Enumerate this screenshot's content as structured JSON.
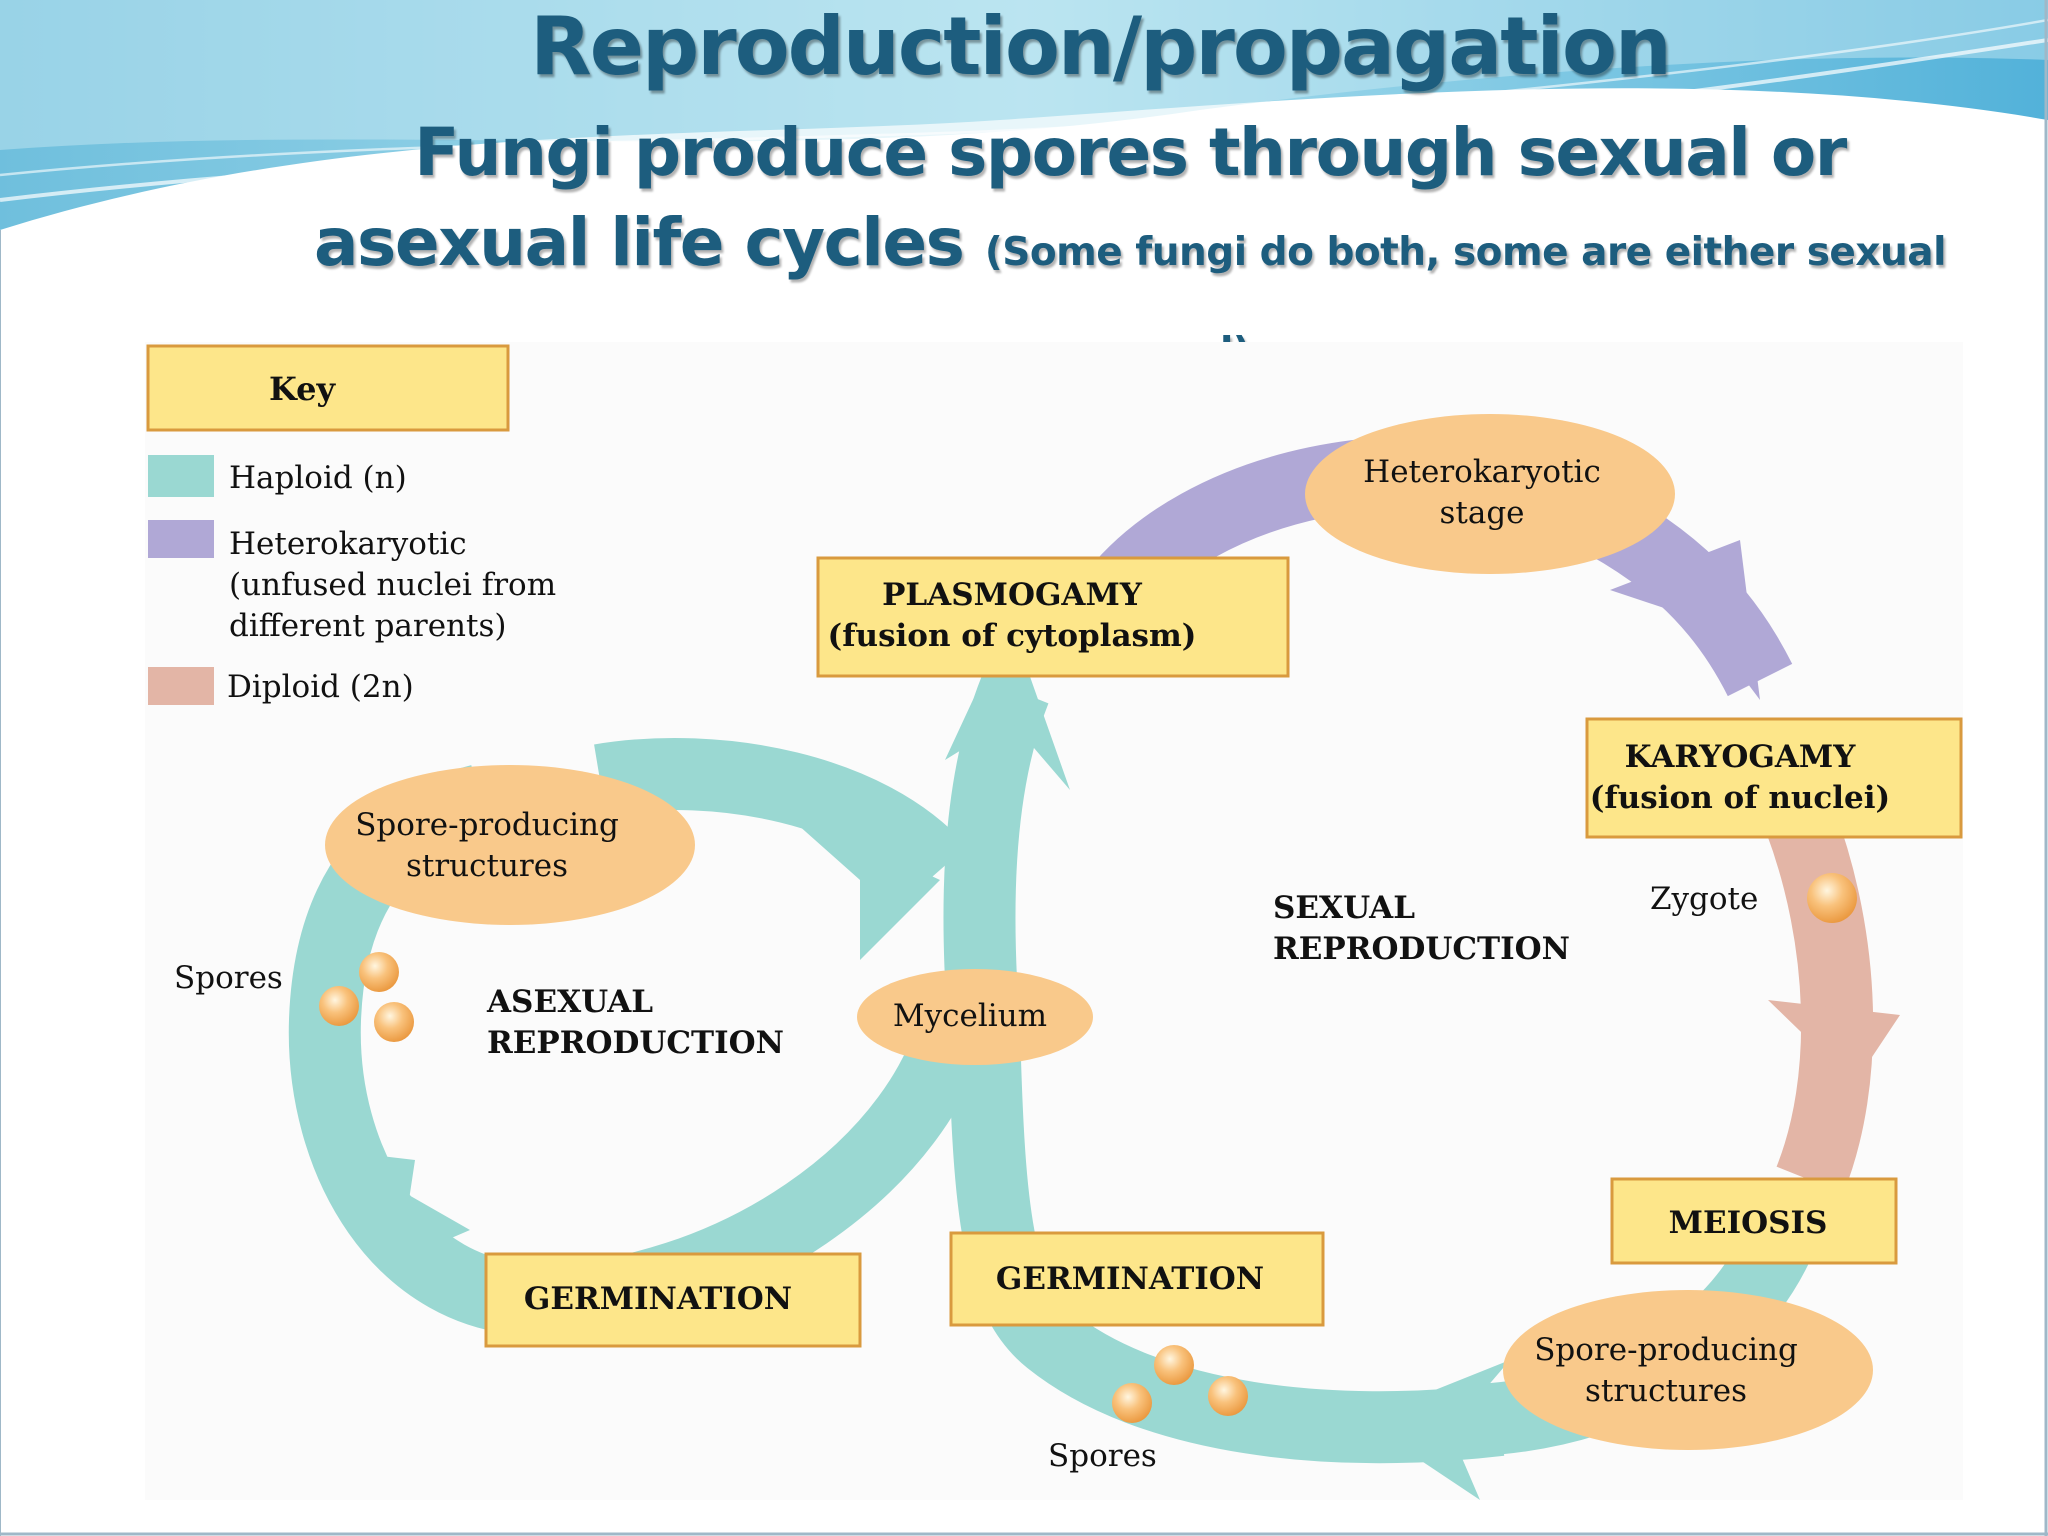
{
  "title": "Reproduction/propagation",
  "subtitle_main": "Fungi produce spores through sexual or asexual life cycles",
  "subtitle_note": "(Some fungi do both, some are either sexual or asexual)",
  "key": {
    "title": "Key",
    "items": [
      {
        "label": "Haploid (n)",
        "color": "#9ad8d2"
      },
      {
        "label": "Heterokaryotic (unfused nuclei from different parents)",
        "color": "#b0a8d6"
      },
      {
        "label": "Diploid (2n)",
        "color": "#e3b5a6"
      }
    ]
  },
  "diagram": {
    "heterokaryotic_stage": "Heterokaryotic stage",
    "plasmogamy": "PLASMOGAMY",
    "plasmogamy_note": "(fusion of cytoplasm)",
    "karyogamy": "KARYOGAMY",
    "karyogamy_note": "(fusion of nuclei)",
    "zygote": "Zygote",
    "sexual_reproduction": "SEXUAL REPRODUCTION",
    "asexual_reproduction": "ASEXUAL REPRODUCTION",
    "mycelium": "Mycelium",
    "spore_structures_left": "Spore-producing structures",
    "spore_structures_right": "Spore-producing structures",
    "spores_left": "Spores",
    "spores_bottom": "Spores",
    "germination_left": "GERMINATION",
    "germination_right": "GERMINATION",
    "meiosis": "MEIOSIS"
  },
  "colors": {
    "haploid": "#9ad8d2",
    "heterokaryotic": "#b0a8d6",
    "diploid": "#e3b5a6",
    "label_box": "#fde68a",
    "label_border": "#d99a3e",
    "ellipse": "#f9c98b",
    "title": "#1d5d7e"
  }
}
